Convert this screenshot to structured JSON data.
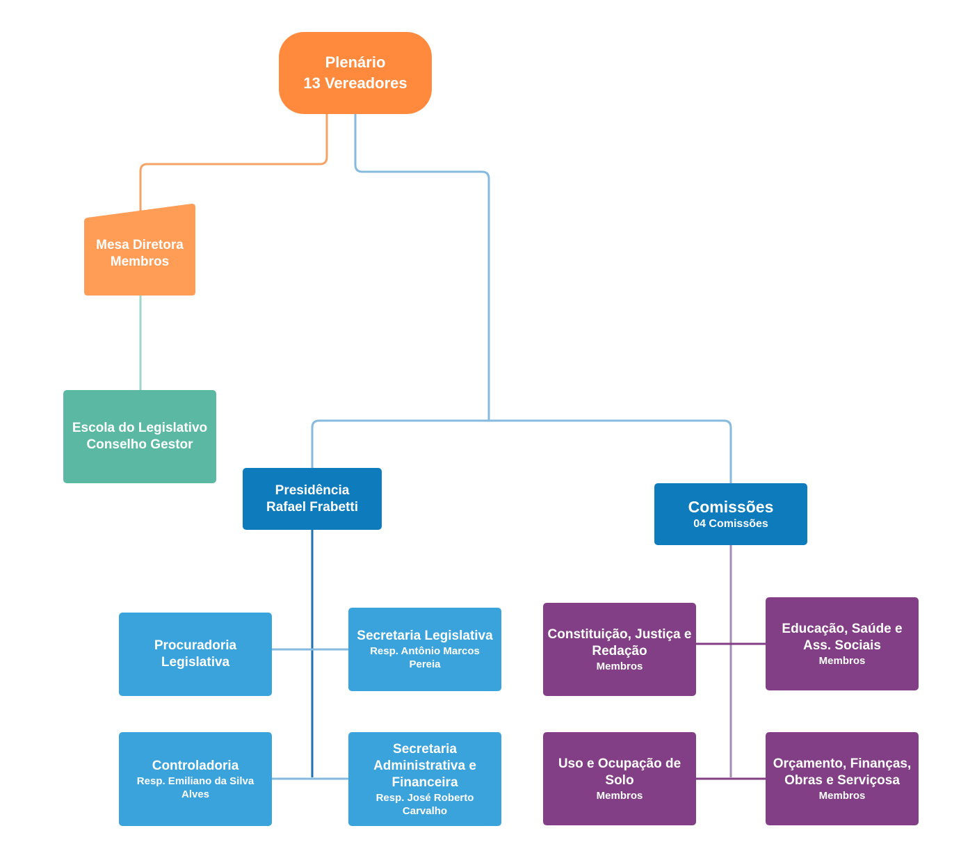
{
  "colors": {
    "orange": "#ff8a3d",
    "orange_light": "#ff9c56",
    "teal": "#5bb9a3",
    "navy": "#0e7bbc",
    "blue": "#3ba3dc",
    "purple": "#823f85",
    "line_orange": "#f5a366",
    "line_blue": "#86badf",
    "line_teal": "#9fd6c9",
    "line_navy": "#1a72b0",
    "line_purple": "#a68bb5",
    "line_purple_dark": "#823f85"
  },
  "plenario": {
    "title": "Plenário",
    "subtitle": "13 Vereadores"
  },
  "mesa": {
    "title": "Mesa Diretora",
    "subtitle": "Membros"
  },
  "escola": {
    "title": "Escola do Legislativo",
    "subtitle": "Conselho Gestor"
  },
  "presidencia": {
    "title": "Presidência",
    "subtitle": "Rafael Frabetti"
  },
  "comissoes": {
    "title": "Comissões",
    "subtitle": "04 Comissões"
  },
  "procuradoria": {
    "title": "Procuradoria Legislativa"
  },
  "secretaria_legislativa": {
    "title": "Secretaria Legislativa",
    "resp": "Resp. Antônio Marcos Pereia"
  },
  "controladoria": {
    "title": "Controladoria",
    "resp": "Resp. Emiliano da Silva Alves"
  },
  "secretaria_administrativa": {
    "title": "Secretaria Administrativa e Financeira",
    "resp": "Resp. José Roberto Carvalho"
  },
  "comissao_constituicao": {
    "title": "Constituição, Justiça e Redação",
    "members": "Membros"
  },
  "comissao_educacao": {
    "title": "Educação, Saúde e Ass. Sociais",
    "members": "Membros"
  },
  "comissao_uso_solo": {
    "title": "Uso e Ocupação de Solo",
    "members": "Membros"
  },
  "comissao_orcamento": {
    "title": "Orçamento, Finanças, Obras e Serviçosa",
    "members": "Membros"
  }
}
